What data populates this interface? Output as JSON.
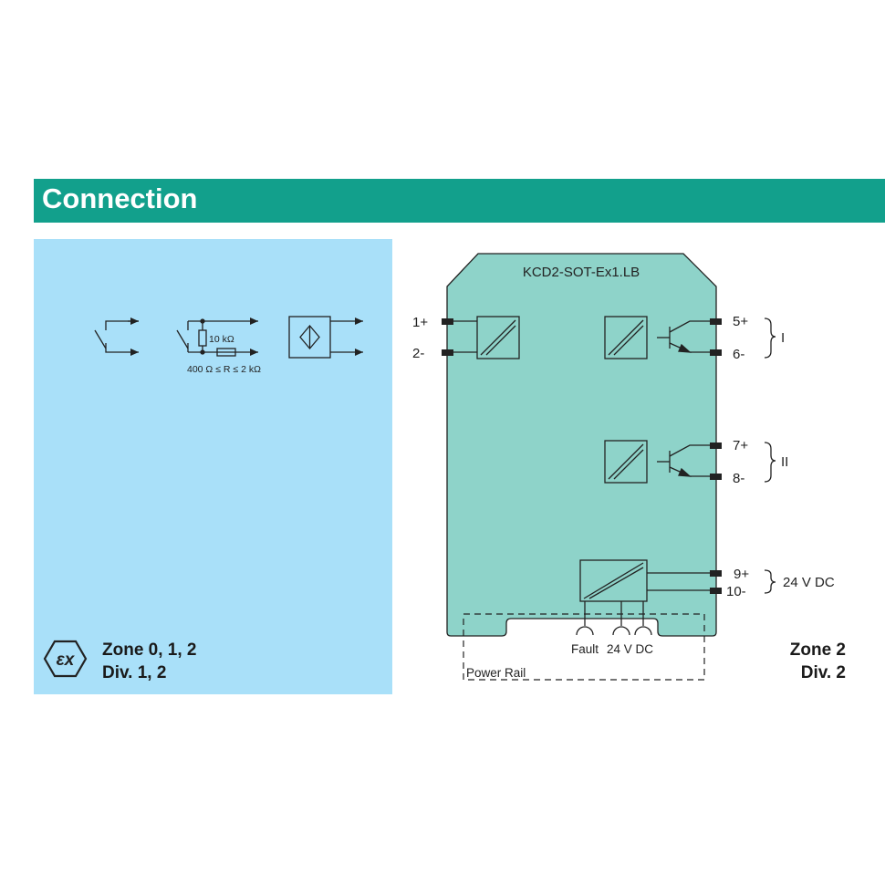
{
  "header": {
    "title": "Connection"
  },
  "hazard": {
    "input_labels": {
      "resistor": "10 kΩ",
      "range": "400 Ω ≤ R ≤ 2 kΩ"
    },
    "zone": "Zone 0, 1, 2",
    "div": "Div. 1, 2"
  },
  "device": {
    "model": "KCD2-SOT-Ex1.LB",
    "inputs": [
      "1+",
      "2-"
    ],
    "outputs": [
      {
        "terminals": [
          "5+",
          "6-"
        ],
        "label": "I"
      },
      {
        "terminals": [
          "7+",
          "8-"
        ],
        "label": "II"
      }
    ],
    "power": {
      "terminals": [
        "9+",
        "10-"
      ],
      "label": "24 V DC"
    },
    "rail": {
      "fault": "Fault",
      "supply": "24 V DC",
      "label": "Power Rail"
    }
  },
  "safe": {
    "zone": "Zone 2",
    "div": "Div. 2"
  },
  "colors": {
    "header": "#12a08c",
    "hazard_panel": "#a9e0f9",
    "device_body": "#8ed3c9"
  }
}
